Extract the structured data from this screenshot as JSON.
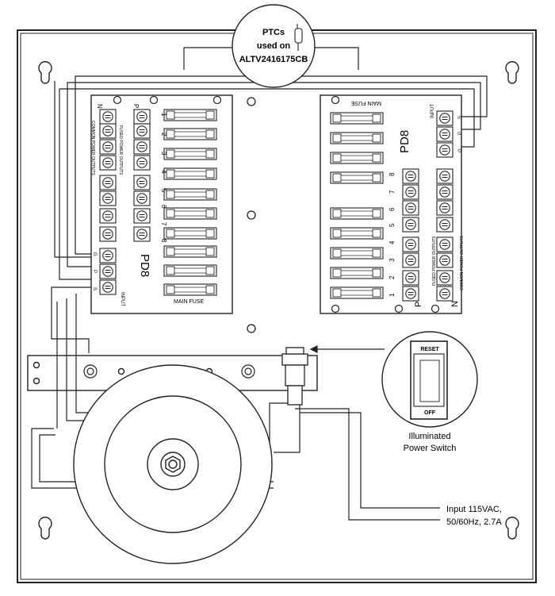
{
  "ptc_callout": {
    "line1": "PTCs",
    "line2": "used on",
    "line3": "ALTV2416175CB"
  },
  "switch_callout": {
    "reset": "RESET",
    "off": "OFF",
    "line1": "Illuminated",
    "line2": "Power Switch"
  },
  "input_callout": {
    "line1": "Input 115VAC,",
    "line2": "50/60Hz, 2.7A"
  },
  "left_board": {
    "model": "PD8",
    "main_fuse": "MAIN FUSE",
    "input": "INPUT",
    "terminal_top_n": "N",
    "terminal_top_p": "P",
    "fused_label": "FUSED POWER OUTPUTS",
    "common_label": "COMMON POWER OUTPUTS",
    "input_terms": [
      "G",
      "P",
      "S"
    ],
    "channels": [
      "1",
      "2",
      "3",
      "4",
      "5",
      "6",
      "7",
      "8"
    ]
  },
  "right_board": {
    "model": "PD8",
    "main_fuse": "MAIN FUSE",
    "input": "INPUT",
    "terminal_bottom_n": "N",
    "terminal_bottom_p": "P",
    "fused_label": "FUSED POWER OUTPUTS",
    "common_label": "COMMON POWER OUTPUTS",
    "input_terms": [
      "S",
      "P",
      "G"
    ],
    "channels": [
      "8",
      "7",
      "6",
      "5",
      "4",
      "3",
      "2",
      "1"
    ]
  }
}
